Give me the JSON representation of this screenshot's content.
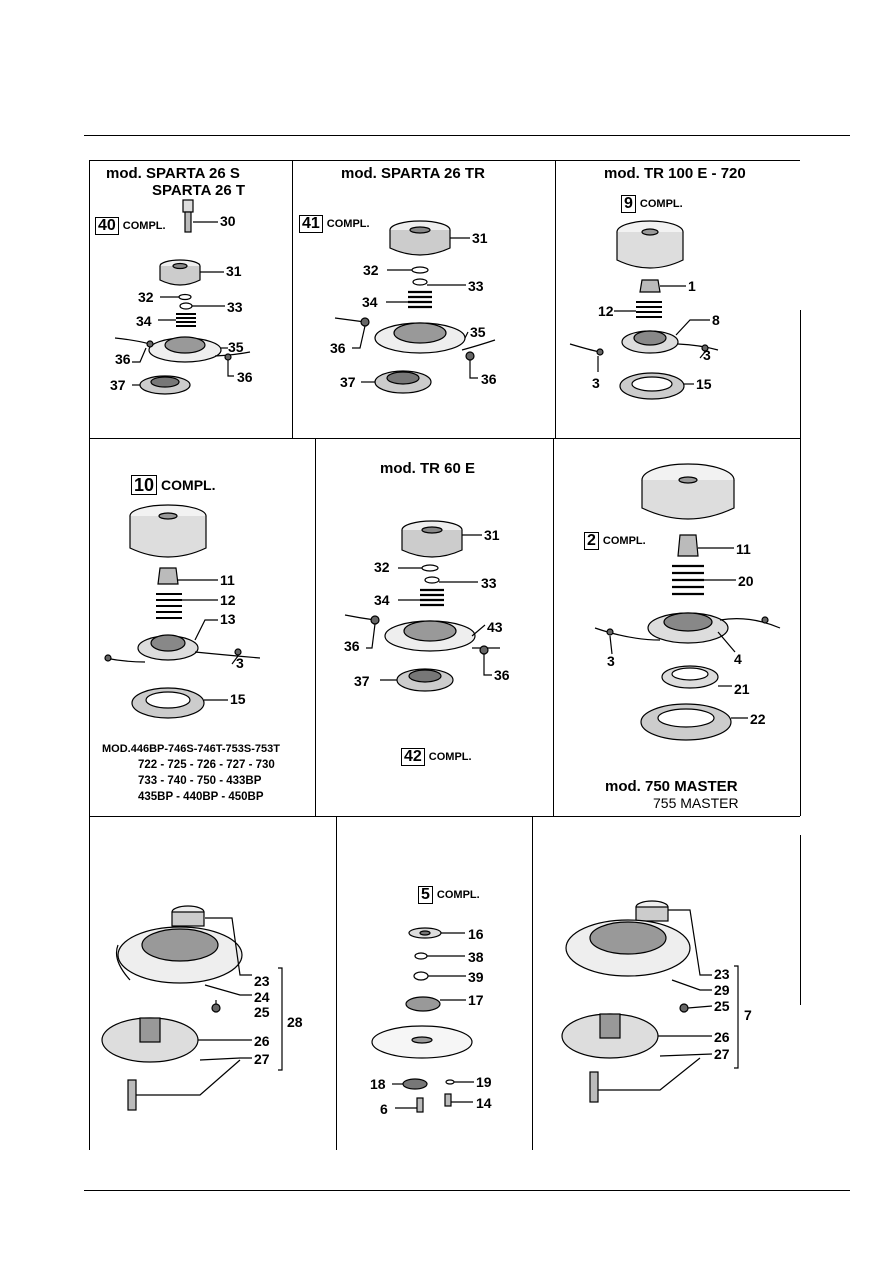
{
  "panels": {
    "sparta26s": {
      "title1": "mod. SPARTA 26 S",
      "title2": "SPARTA 26 T",
      "kit": "40",
      "compl": "COMPL.",
      "labels": [
        "30",
        "31",
        "32",
        "33",
        "34",
        "35",
        "36",
        "36",
        "37"
      ]
    },
    "sparta26tr": {
      "title": "mod. SPARTA 26 TR",
      "kit": "41",
      "compl": "COMPL.",
      "labels": [
        "31",
        "32",
        "33",
        "34",
        "35",
        "36",
        "36",
        "37"
      ]
    },
    "tr100e": {
      "title": "mod. TR 100 E - 720",
      "kit": "9",
      "compl": "COMPL.",
      "labels": [
        "1",
        "12",
        "8",
        "3",
        "3",
        "15"
      ]
    },
    "kit10": {
      "kit": "10",
      "compl": "COMPL.",
      "labels": [
        "11",
        "12",
        "13",
        "3",
        "15"
      ],
      "models": [
        "MOD.446BP-746S-746T-753S-753T",
        "722 - 725 - 726 - 727 - 730",
        "733 - 740 - 750 - 433BP",
        "435BP - 440BP - 450BP"
      ]
    },
    "tr60e": {
      "title": "mod. TR 60 E",
      "kit": "42",
      "compl": "COMPL.",
      "labels": [
        "31",
        "32",
        "33",
        "34",
        "43",
        "36",
        "36",
        "37"
      ]
    },
    "master750": {
      "kit": "2",
      "compl": "COMPL.",
      "labels": [
        "11",
        "20",
        "3",
        "4",
        "21",
        "22"
      ],
      "title1": "mod. 750 MASTER",
      "title2": "755 MASTER"
    },
    "head28": {
      "labels": [
        "23",
        "24",
        "25",
        "26",
        "27",
        "28"
      ]
    },
    "kit5": {
      "kit": "5",
      "compl": "COMPL.",
      "labels": [
        "16",
        "38",
        "39",
        "17",
        "18",
        "19",
        "6",
        "14"
      ]
    },
    "head7": {
      "labels": [
        "23",
        "29",
        "25",
        "26",
        "27",
        "7"
      ]
    }
  }
}
